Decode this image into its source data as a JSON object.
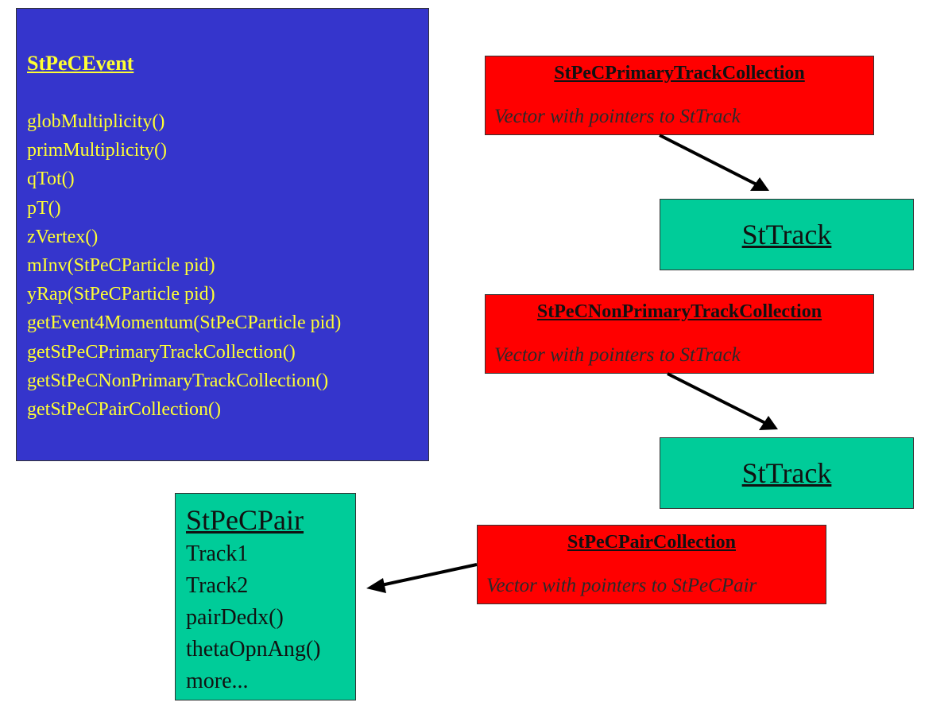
{
  "event": {
    "title": "StPeCEvent",
    "methods": [
      "globMultiplicity()",
      "primMultiplicity()",
      "qTot()",
      "pT()",
      "zVertex()",
      "mInv(StPeCParticle pid)",
      "yRap(StPeCParticle pid)",
      "getEvent4Momentum(StPeCParticle pid)",
      "getStPeCPrimaryTrackCollection()",
      "getStPeCNonPrimaryTrackCollection()",
      "getStPeCPairCollection()"
    ]
  },
  "primary_collection": {
    "title": "StPeCPrimaryTrackCollection",
    "desc": "Vector with pointers to StTrack"
  },
  "primary_track": {
    "label": "StTrack"
  },
  "nonprimary_collection": {
    "title": "StPeCNonPrimaryTrackCollection",
    "desc": "Vector with pointers to StTrack"
  },
  "nonprimary_track": {
    "label": "StTrack"
  },
  "pair_collection": {
    "title": "StPeCPairCollection",
    "desc": "Vector with pointers to StPeCPair"
  },
  "pair": {
    "title": "StPeCPair",
    "items": [
      "Track1",
      "Track2",
      "pairDedx()",
      "thetaOpnAng()",
      "more..."
    ]
  },
  "colors": {
    "event_bg": "#3535cc",
    "event_text": "#ffff33",
    "collection_bg": "#ff0000",
    "object_bg": "#00cc99",
    "arrow": "#000000"
  }
}
